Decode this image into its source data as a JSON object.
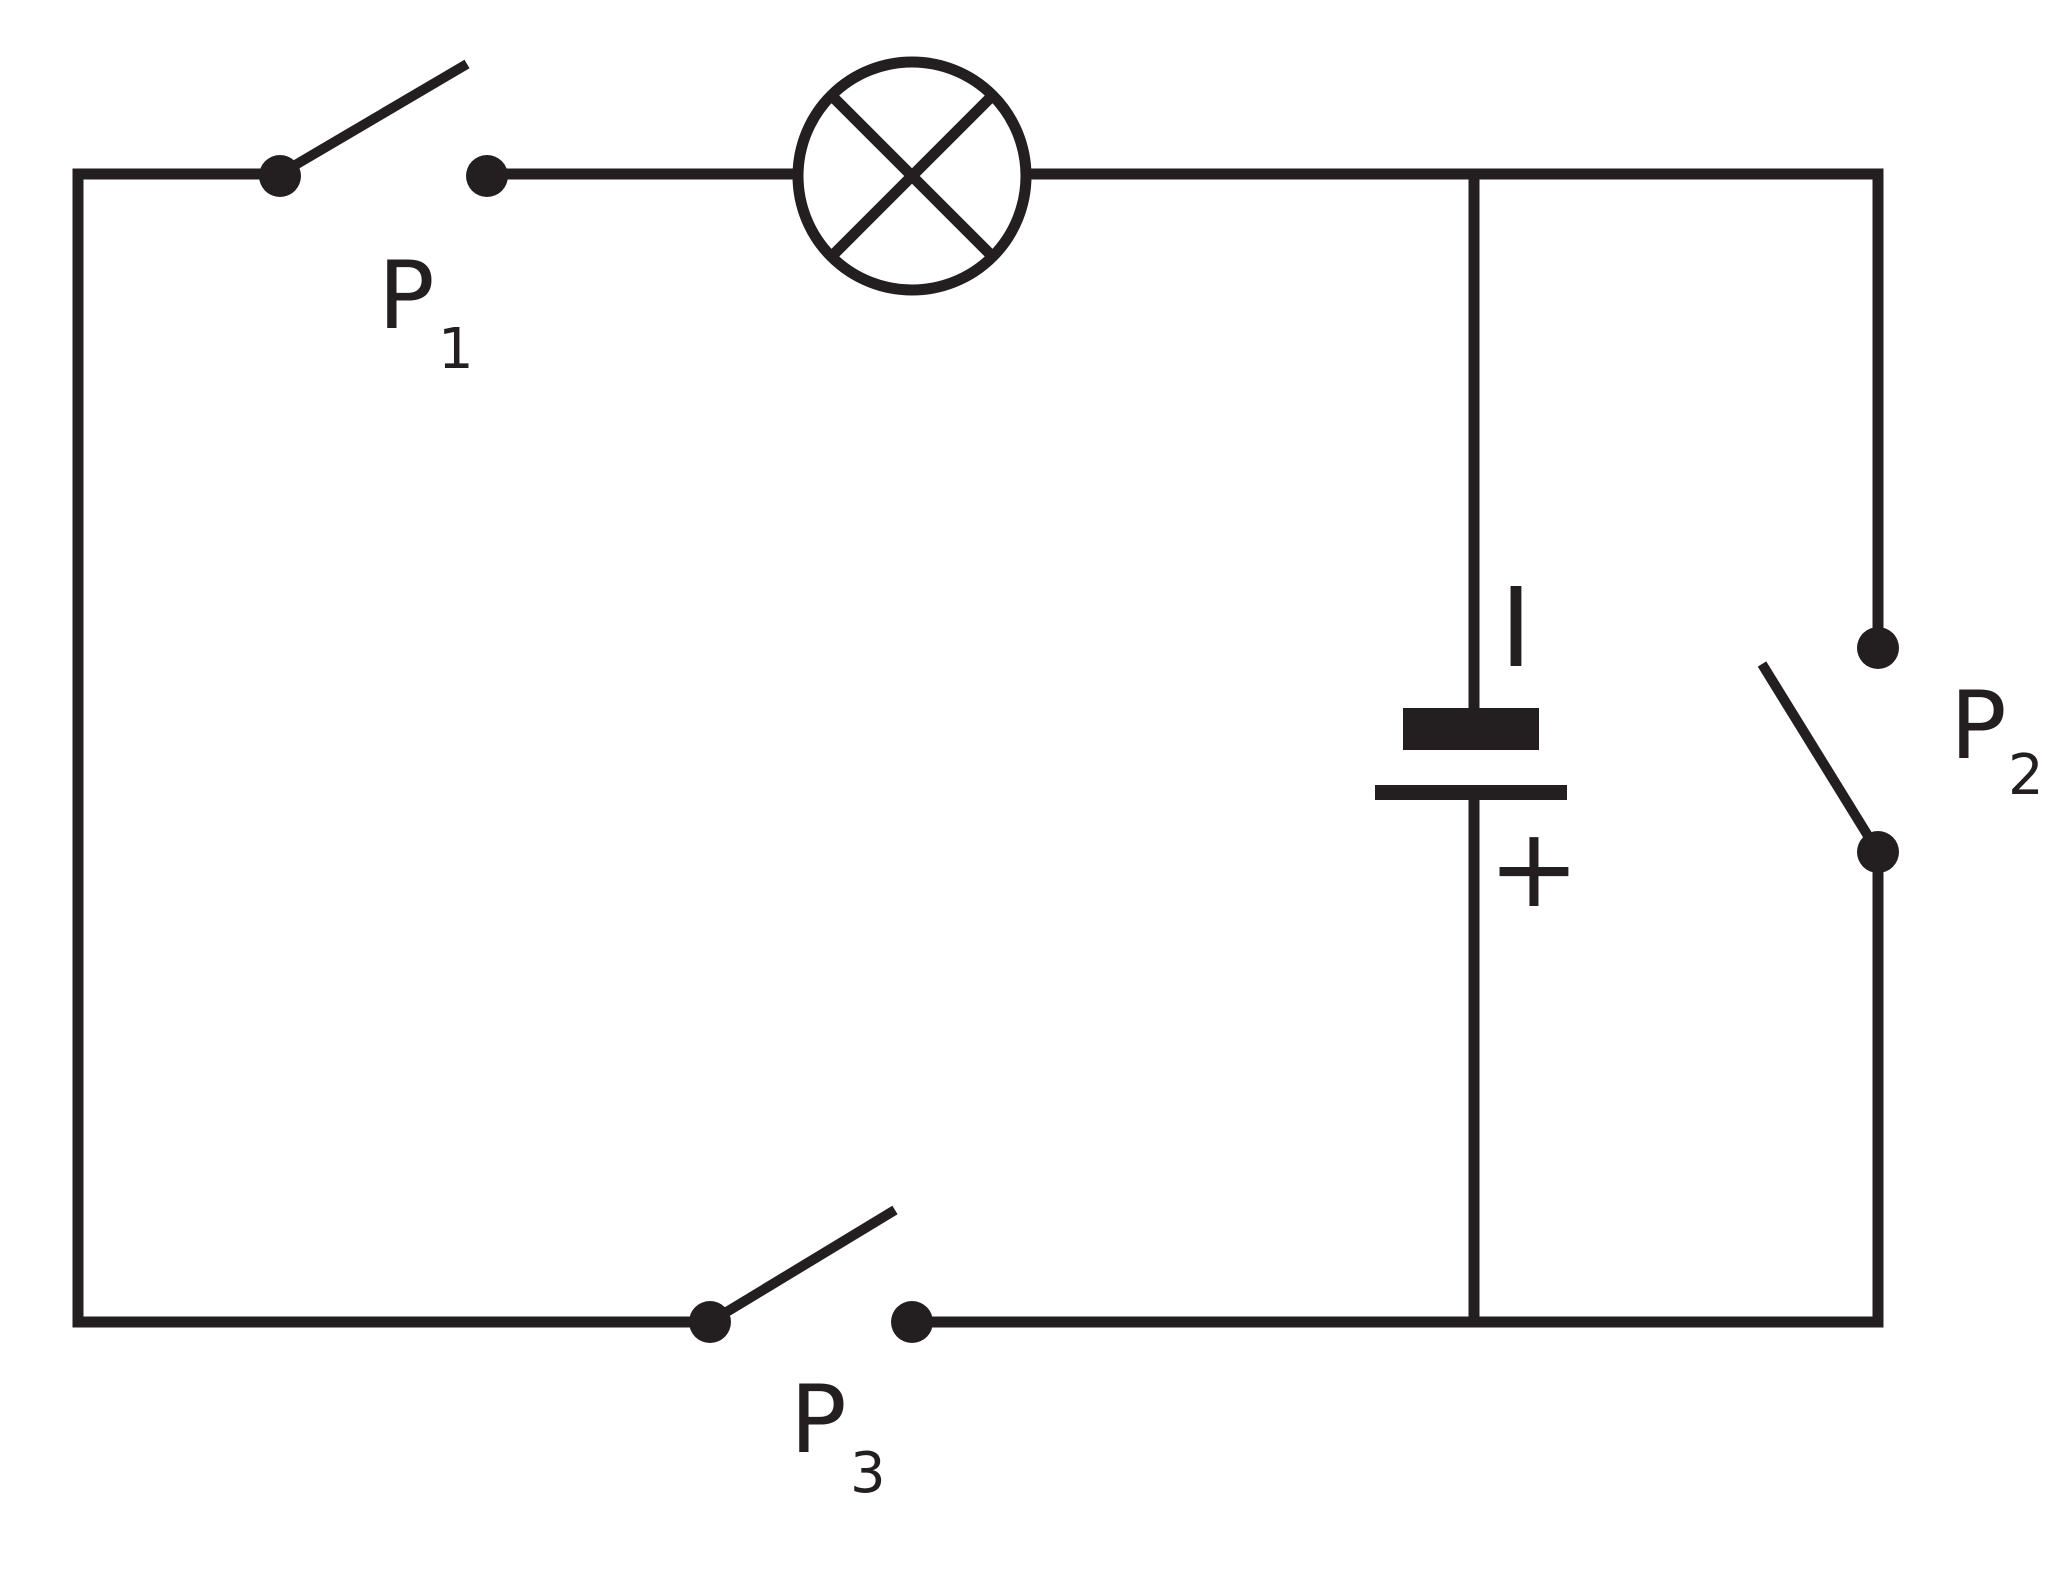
{
  "diagram": {
    "switch_p1": {
      "letter": "P",
      "index": "1"
    },
    "switch_p2": {
      "letter": "P",
      "index": "2"
    },
    "switch_p3": {
      "letter": "P",
      "index": "3"
    },
    "battery": {
      "negative_sign": "I",
      "positive_sign": "+"
    }
  },
  "colors": {
    "ink": "#231f20",
    "background": "#ffffff"
  },
  "icons": {
    "lamp": "lamp-icon",
    "battery": "battery-icon",
    "switch": "switch-icon"
  }
}
